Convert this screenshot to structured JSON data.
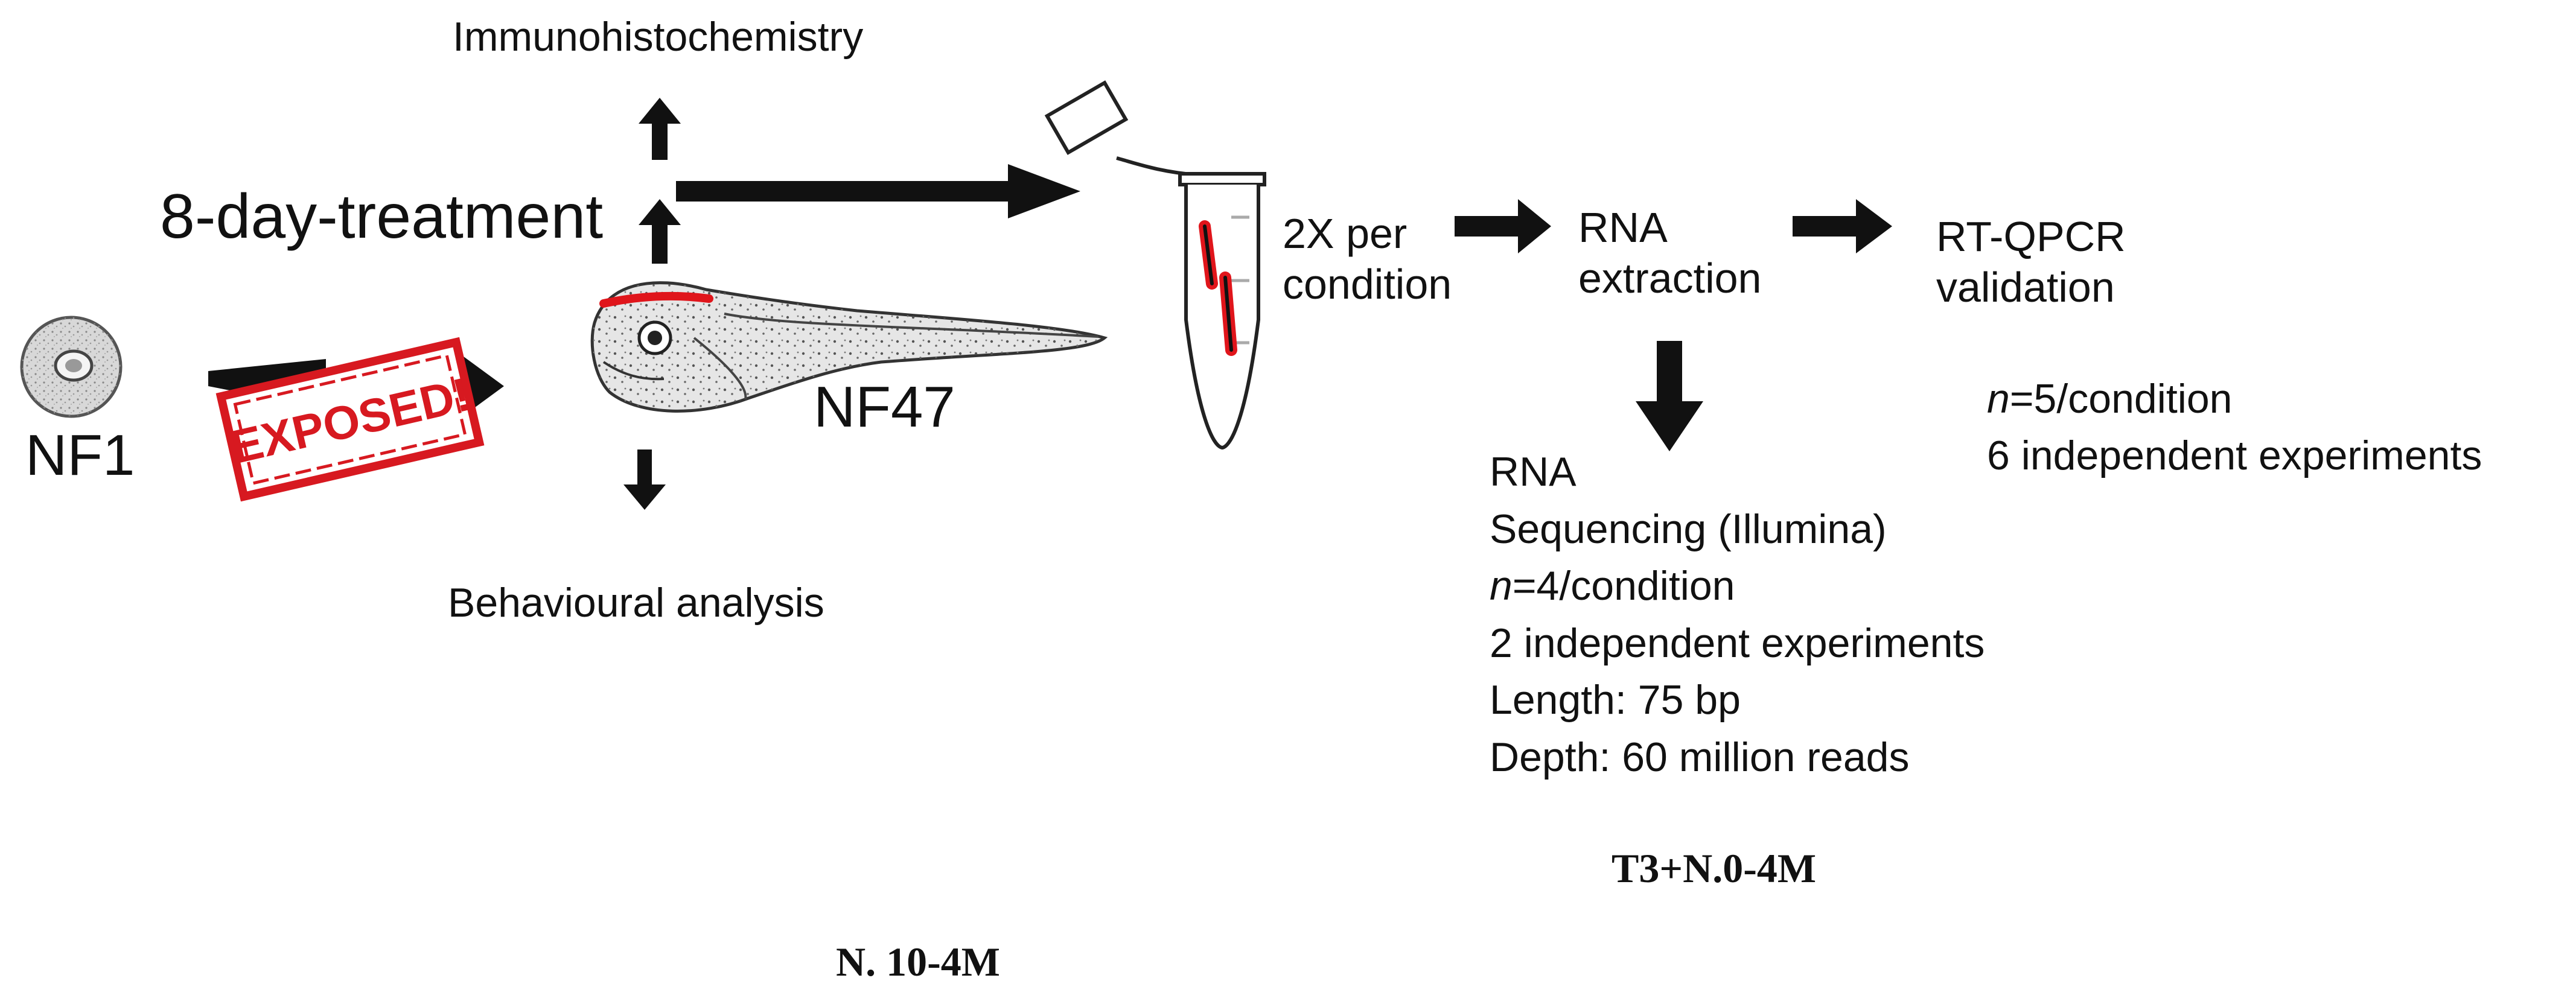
{
  "colors": {
    "ink": "#111111",
    "stamp_red": "#d71920",
    "lesion_red": "#e0151b"
  },
  "diagram": {
    "treatment_label": "8-day-treatment",
    "immuno_label": "Immunohistochemistry",
    "behaviour_label": "Behavioural analysis",
    "egg_stage": "NF1",
    "tadpole_stage": "NF47",
    "stamp_text": "EXPOSED!",
    "pool_label_1": "2X per",
    "pool_label_2": "condition",
    "rna_extraction_1": "RNA",
    "rna_extraction_2": "extraction",
    "rtqpcr_1": "RT-QPCR",
    "rtqpcr_2": "validation",
    "qpcr_n_var": "n",
    "qpcr_n_rest": "=5/condition",
    "qpcr_experiments": "6 independent experiments",
    "seq_line1": "RNA",
    "seq_line2": "Sequencing (Illumina)",
    "seq_n_var": "n",
    "seq_n_rest": "=4/condition",
    "seq_line4": "2 independent experiments",
    "seq_line5": "Length: 75 bp",
    "seq_line6": "Depth: 60 million reads",
    "footer_left": "N. 10-4M",
    "footer_right": "T3+N.0-4M"
  }
}
